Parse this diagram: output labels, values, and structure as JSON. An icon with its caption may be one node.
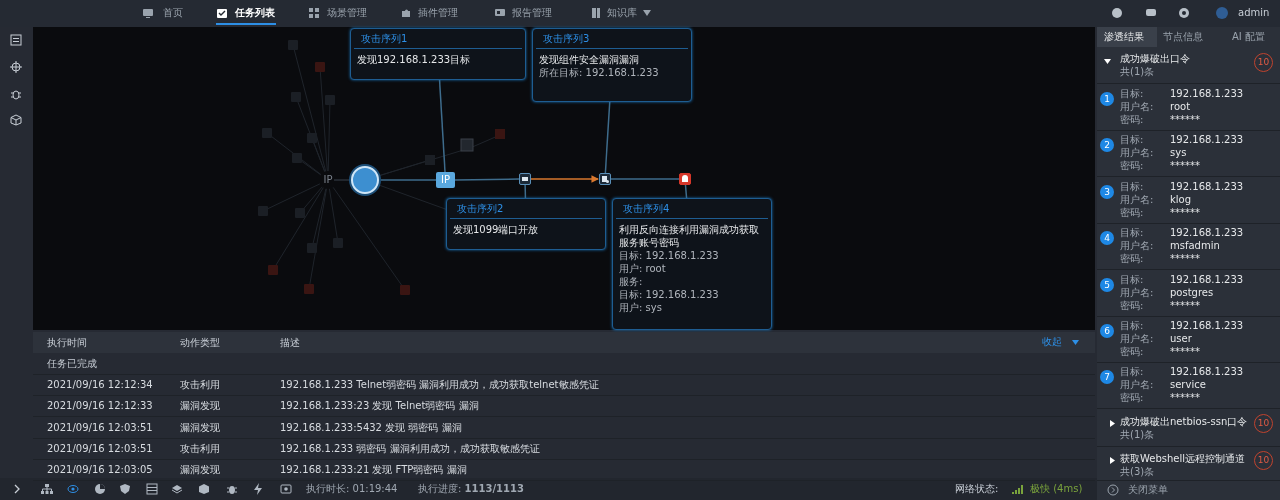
{
  "diagram": {
    "nodes": [
      {
        "text": [
          "攻击序列1",
          "发现192.168.1.233目标"
        ]
      },
      {
        "text": [
          "攻击序列3",
          "发现组件安全漏洞漏洞",
          "所在目标:  192.168.1.233"
        ]
      },
      {
        "text": [
          "攻击序列2",
          "发现1099端口开放"
        ]
      },
      {
        "text": [
          "攻击序列4",
          "利用反向连接利用漏洞成功获取服务账号密码",
          "目标:  192.168.1.233",
          "用户:  root",
          "服务:",
          "目标:  192.168.1.233",
          "用户:  sys"
        ]
      },
      {
        "text": [],
        "shape": "circle"
      },
      {
        "text": [
          "IP"
        ]
      },
      {
        "text": [],
        "shape": "box"
      },
      {
        "text": [],
        "shape": "box"
      },
      {
        "text": [],
        "shape": "box"
      },
      {
        "text": [
          "IP"
        ]
      }
    ],
    "edges": [
      {
        "from": 4,
        "to": 5,
        "arrow": "none"
      },
      {
        "from": 5,
        "to": 6,
        "arrow": "none"
      },
      {
        "from": 6,
        "to": 7,
        "arrow": "to",
        "color": "#d9782e"
      },
      {
        "from": 7,
        "to": 8,
        "arrow": "none"
      },
      {
        "from": 5,
        "to": 0,
        "arrow": "none"
      },
      {
        "from": 6,
        "to": 2,
        "arrow": "none"
      },
      {
        "from": 7,
        "to": 1,
        "arrow": "none"
      },
      {
        "from": 8,
        "to": 3,
        "arrow": "none"
      },
      {
        "from": 9,
        "to": 4,
        "arrow": "none",
        "color": "#2a3038"
      }
    ],
    "labels": [
      "首页",
      "任务列表",
      "场景管理",
      "插件管理",
      "报告管理",
      "知识库",
      "admin",
      "渗透结果",
      "节点信息",
      "AI 配置",
      "成功爆破出口令",
      "共(1)条",
      "10",
      "1",
      "目标:",
      "192.168.1.233",
      "用户名:",
      "root",
      "密码:",
      "******",
      "2",
      "目标:",
      "192.168.1.233",
      "用户名:",
      "sys",
      "密码:",
      "******",
      "3",
      "目标:",
      "192.168.1.233",
      "用户名:",
      "klog",
      "密码:",
      "******",
      "4",
      "目标:",
      "192.168.1.233",
      "用户名:",
      "msfadmin",
      "密码:",
      "******",
      "5",
      "目标:",
      "192.168.1.233",
      "用户名:",
      "postgres",
      "密码:",
      "******",
      "6",
      "目标:",
      "192.168.1.233",
      "用户名:",
      "user",
      "密码:",
      "******",
      "7",
      "目标:",
      "192.168.1.233",
      "用户名:",
      "service",
      "密码:",
      "******",
      "成功爆破出netbios-ssn口令",
      "共(1)条",
      "10",
      "获取Webshell远程控制通道",
      "共(3)条",
      "10",
      "关闭菜单",
      "执行时间",
      "动作类型",
      "描述",
      "收起",
      "任务已完成",
      "2021/09/16 12:12:34",
      "攻击利用",
      "192.168.1.233 Telnet弱密码 漏洞利用成功，成功获取telnet敏感凭证",
      "2021/09/16 12:12:33",
      "漏洞发现",
      "192.168.1.233:23 发现 Telnet弱密码 漏洞",
      "2021/09/16 12:03:51",
      "漏洞发现",
      "192.168.1.233:5432 发现 弱密码 漏洞",
      "2021/09/16 12:03:51",
      "攻击利用",
      "192.168.1.233 弱密码 漏洞利用成功，成功获取敏感凭证",
      "2021/09/16 12:03:05",
      "漏洞发现",
      "192.168.1.233:21 发现 FTP弱密码 漏洞",
      "执行时长: 01:19:44",
      "执行进度: **1113/1113**",
      "网络状态:",
      "极快 (4ms)"
    ]
  }
}
